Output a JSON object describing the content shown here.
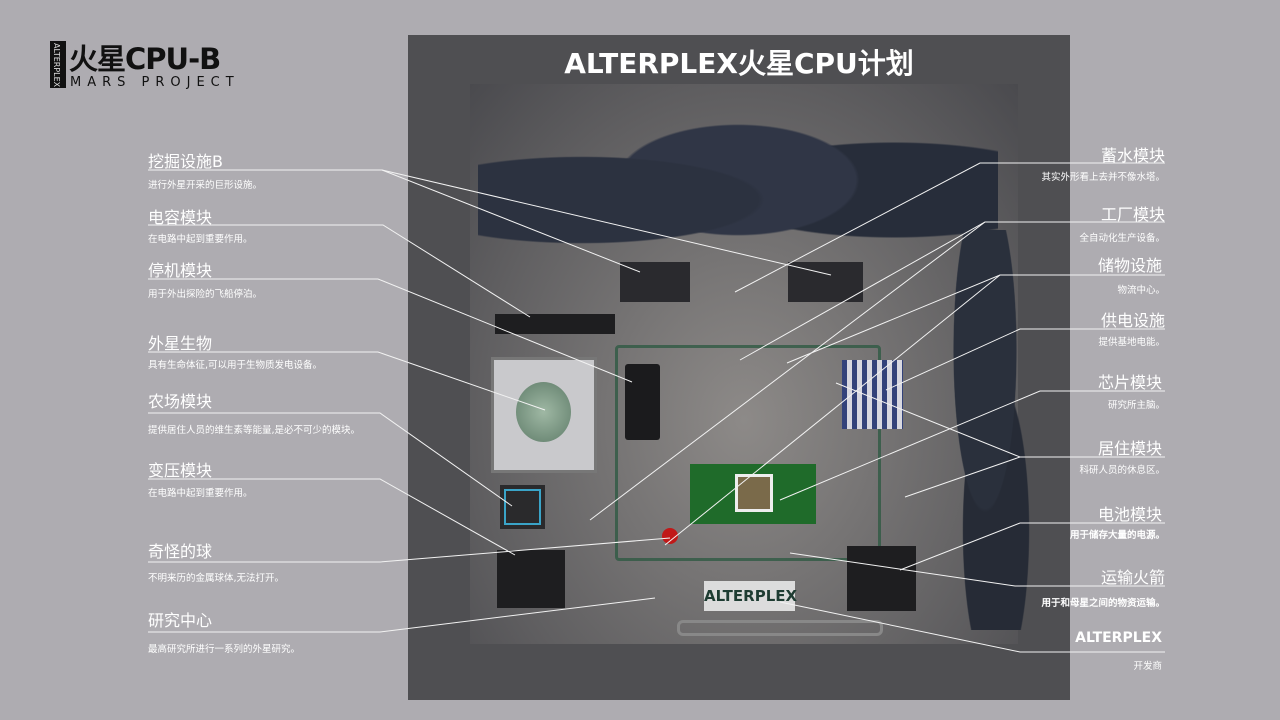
{
  "logo": {
    "vertical_text": "ALTERPLEX",
    "title": "火星CPU-B",
    "subtitle": "MARS PROJECT"
  },
  "diagram": {
    "title": "ALTERPLEX火星CPU计划",
    "sign_text": "ALTERPLEX"
  },
  "left_labels": [
    {
      "title": "挖掘设施B",
      "desc": "进行外星开采的巨形设施。"
    },
    {
      "title": "电容模块",
      "desc": "在电路中起到重要作用。"
    },
    {
      "title": "停机模块",
      "desc": "用于外出探险的飞船停泊。"
    },
    {
      "title": "外星生物",
      "desc": "具有生命体征,可以用于生物质发电设备。"
    },
    {
      "title": "农场模块",
      "desc": "提供居住人员的维生素等能量,是必不可少的模块。"
    },
    {
      "title": "变压模块",
      "desc": "在电路中起到重要作用。"
    },
    {
      "title": "奇怪的球",
      "desc": "不明来历的金属球体,无法打开。"
    },
    {
      "title": "研究中心",
      "desc": "最高研究所进行一系列的外星研究。"
    }
  ],
  "right_labels": [
    {
      "title": "蓄水模块",
      "desc": "其实外形看上去并不像水塔。"
    },
    {
      "title": "工厂模块",
      "desc": "全自动化生产设备。"
    },
    {
      "title": "储物设施",
      "desc": "物流中心。"
    },
    {
      "title": "供电设施",
      "desc": "提供基地电能。"
    },
    {
      "title": "芯片模块",
      "desc": "研究所主脑。"
    },
    {
      "title": "居住模块",
      "desc": "科研人员的休息区。"
    },
    {
      "title": "电池模块",
      "desc": "用于储存大量的电源。"
    },
    {
      "title": "运输火箭",
      "desc": "用于和母星之间的物资运输。"
    },
    {
      "title": "ALTERPLEX",
      "desc": "开发商"
    }
  ]
}
